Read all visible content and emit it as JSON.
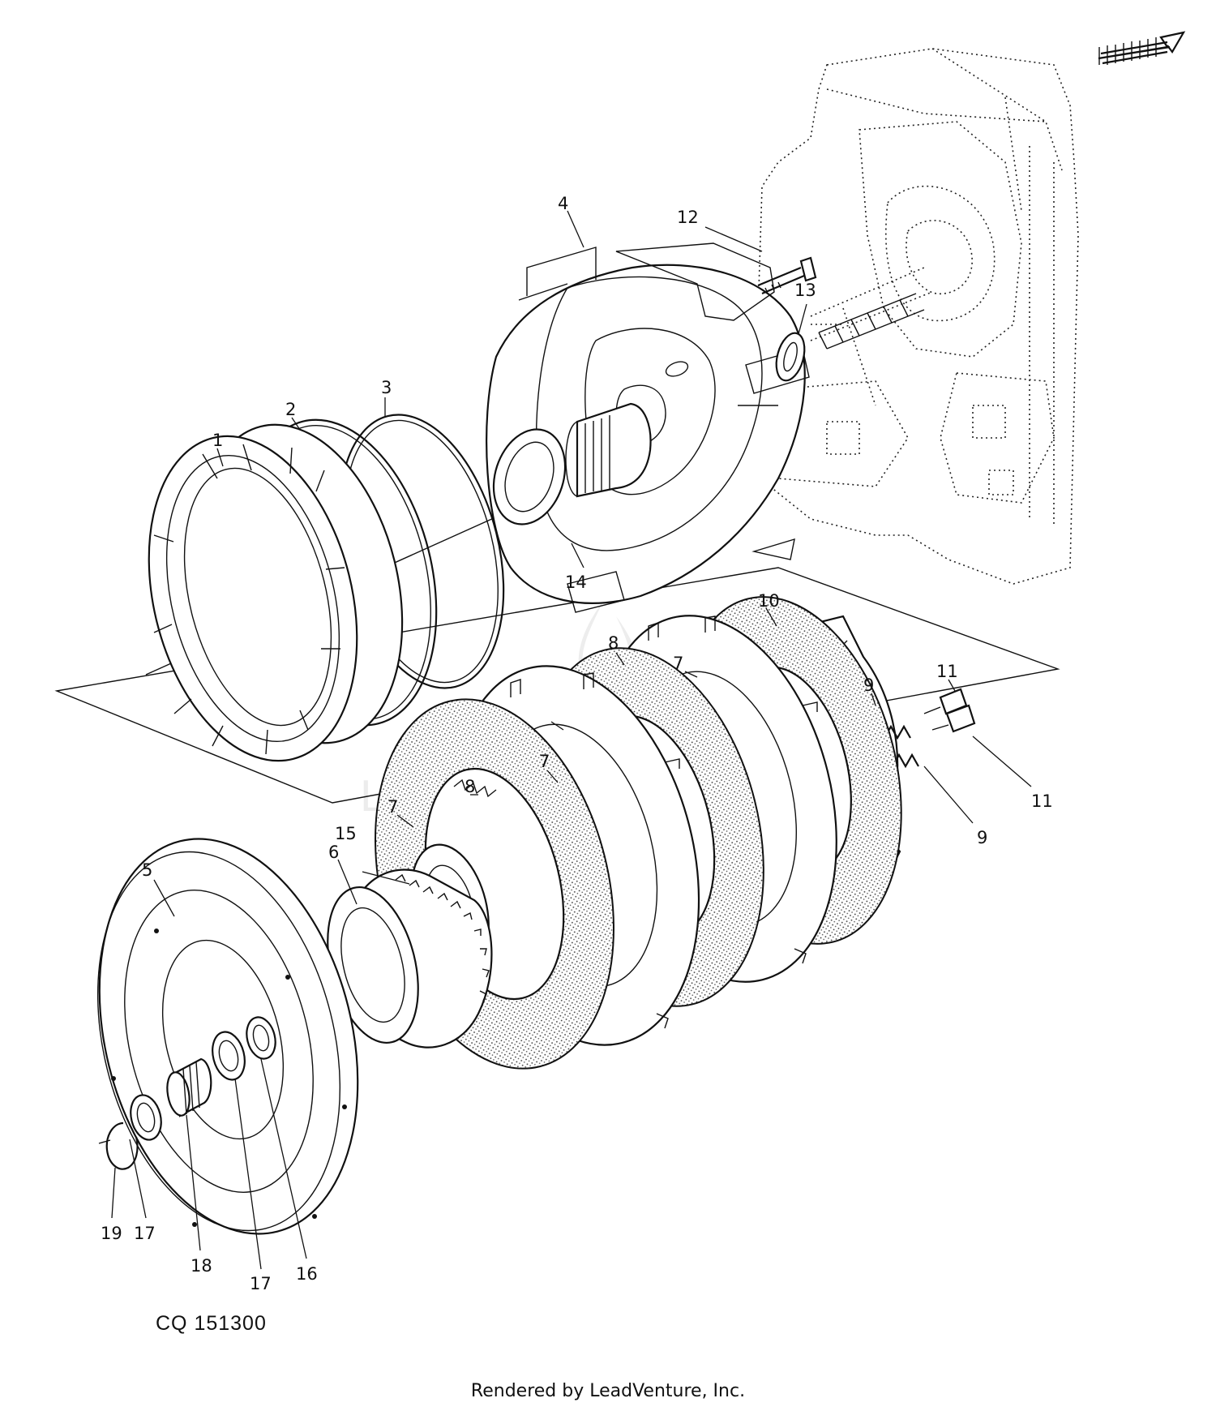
{
  "figure_code": "CQ 151300",
  "footer": "Rendered by LeadVenture, Inc.",
  "watermark_text": "LEADVENTURE",
  "callouts": [
    "1",
    "2",
    "3",
    "4",
    "5",
    "6",
    "7",
    "7",
    "7",
    "8",
    "8",
    "9",
    "9",
    "10",
    "11",
    "11",
    "12",
    "13",
    "14",
    "15",
    "16",
    "17",
    "17",
    "18",
    "19"
  ],
  "icons": {
    "direction_arrow": "arrow-right-icon",
    "watermark_logo": "flame-logo"
  }
}
